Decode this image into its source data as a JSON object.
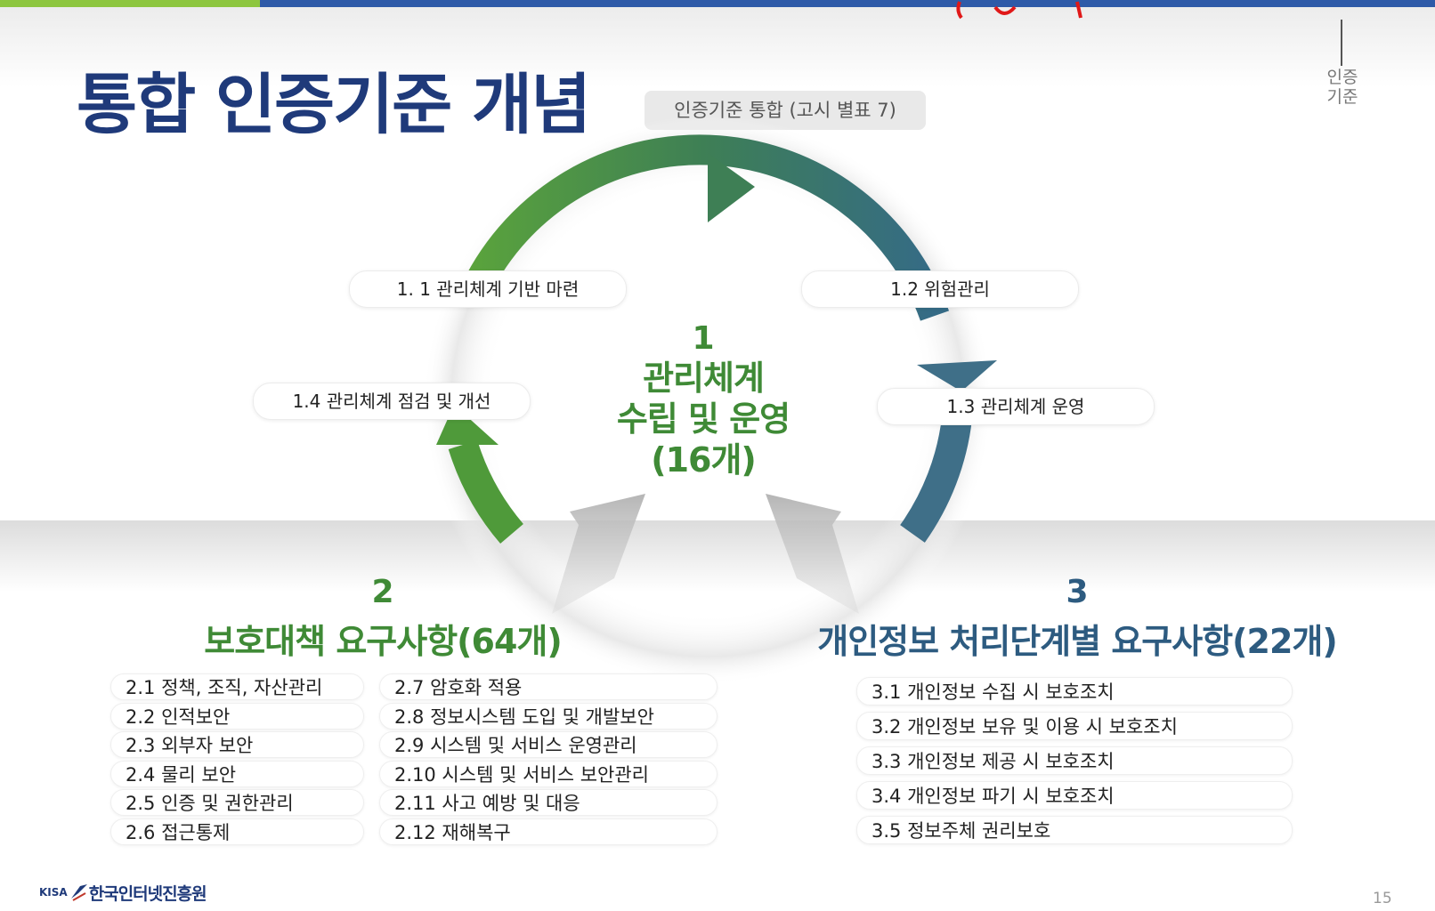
{
  "slide": {
    "title": "통합 인증기준 개념",
    "subtitle_tag": "인증기준 통합 (고시 별표 7)",
    "side_label": "인증\n기준",
    "page_number": "15",
    "logo_kisa": "KISA",
    "logo_text": "한국인터넷진흥원"
  },
  "cycle": {
    "center_number": "1",
    "center_line1": "관리체계",
    "center_line2": "수립 및 운영",
    "center_line3": "(16개)",
    "steps": [
      "1. 1 관리체계 기반 마련",
      "1.2 위험관리",
      "1.3 관리체계 운영",
      "1.4 관리체계 점검 및 개선"
    ]
  },
  "section2": {
    "number": "2",
    "title": "보호대책 요구사항(64개)",
    "col1": [
      "2.1 정책, 조직, 자산관리",
      "2.2 인적보안",
      "2.3 외부자 보안",
      "2.4 물리 보안",
      "2.5 인증 및 권한관리",
      "2.6 접근통제"
    ],
    "col2": [
      "2.7 암호화 적용",
      "2.8 정보시스템 도입 및 개발보안",
      "2.9 시스템 및 서비스 운영관리",
      "2.10 시스템 및 서비스 보안관리",
      "2.11 사고 예방 및 대응",
      "2.12 재해복구"
    ]
  },
  "section3": {
    "number": "3",
    "title": "개인정보 처리단계별 요구사항(22개)",
    "items": [
      "3.1 개인정보 수집 시 보호조치",
      "3.2 개인정보 보유 및 이용 시 보호조치",
      "3.3 개인정보 제공 시 보호조치",
      "3.4 개인정보 파기 시 보호조치",
      "3.5 정보주체 권리보호"
    ]
  },
  "colors": {
    "title": "#1f3a7a",
    "green": "#3f8a36",
    "teal": "#2d5b80",
    "bar_green": "#8dc63f",
    "bar_blue": "#2e5aa8"
  }
}
